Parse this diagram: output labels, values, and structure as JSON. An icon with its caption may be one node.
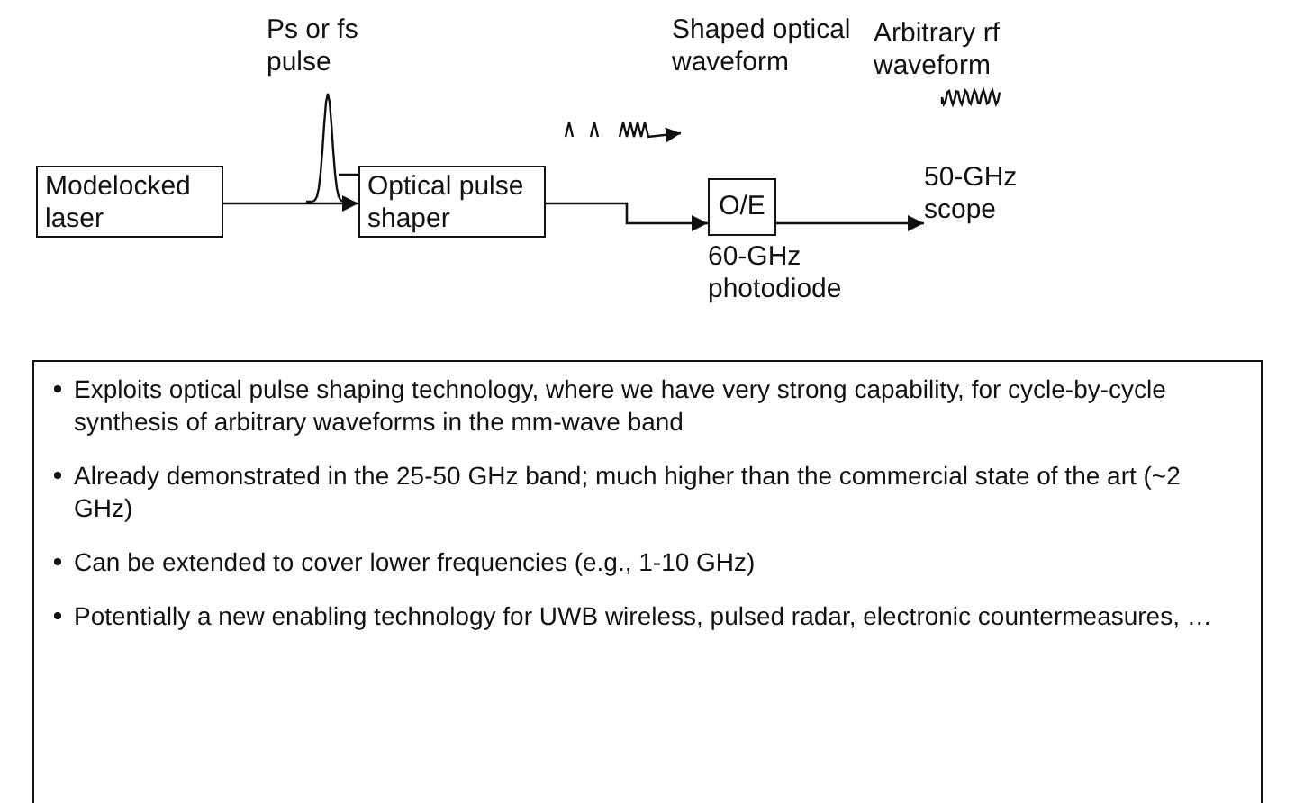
{
  "diagram": {
    "nodes": [
      {
        "text": [
          "Modelocked laser"
        ]
      },
      {
        "text": [
          "Optical pulse shaper"
        ]
      },
      {
        "text": [
          "O/E"
        ],
        "beside": [
          "60-GHz photodiode"
        ]
      },
      {
        "text": [
          "50-GHz scope"
        ]
      }
    ],
    "edges": [
      {
        "from": 0,
        "to": 1,
        "arrow": "to"
      },
      {
        "from": 1,
        "to": 2,
        "arrow": "to"
      },
      {
        "from": 2,
        "to": 3,
        "arrow": "to"
      }
    ],
    "labels": [
      "Ps or fs pulse",
      "Shaped optical waveform",
      "Arbitrary rf waveform",
      "Exploits optical pulse shaping technology, where we have very strong capability, for cycle-by-cycle synthesis of arbitrary waveforms in the mm-wave band",
      "Already demonstrated in the 25-50 GHz band; much higher than the commercial state of the art (~2 GHz)",
      "Can be extended to cover lower frequencies (e.g., 1-10 GHz)",
      "Potentially a new enabling technology for UWB wireless, pulsed radar, electronic countermeasures, …"
    ]
  }
}
